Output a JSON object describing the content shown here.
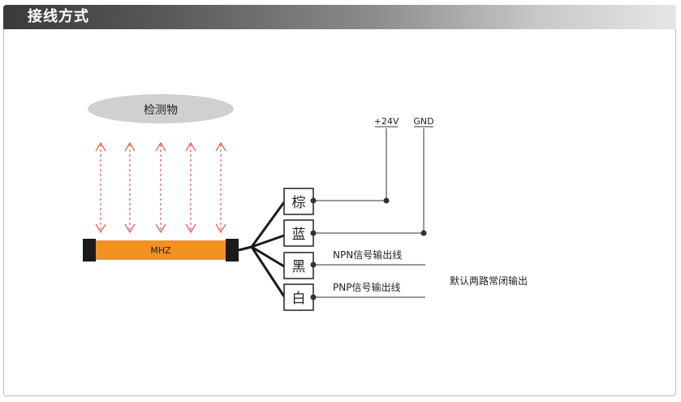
{
  "header": {
    "title": "接线方式"
  },
  "diagram": {
    "target_label": "检测物",
    "sensor_label": "MHZ",
    "power_positive": "+24V",
    "power_ground": "GND",
    "wires": [
      {
        "label": "棕"
      },
      {
        "label": "蓝"
      },
      {
        "label": "黑"
      },
      {
        "label": "白"
      }
    ],
    "npn_output": "NPN信号输出线",
    "pnp_output": "PNP信号输出线",
    "note": "默认两路常闭输出"
  },
  "colors": {
    "sensor_body": "#f29222",
    "sensor_cap": "#1b1b1b",
    "beam": "#e8332b",
    "target": "#d0d0d0"
  }
}
